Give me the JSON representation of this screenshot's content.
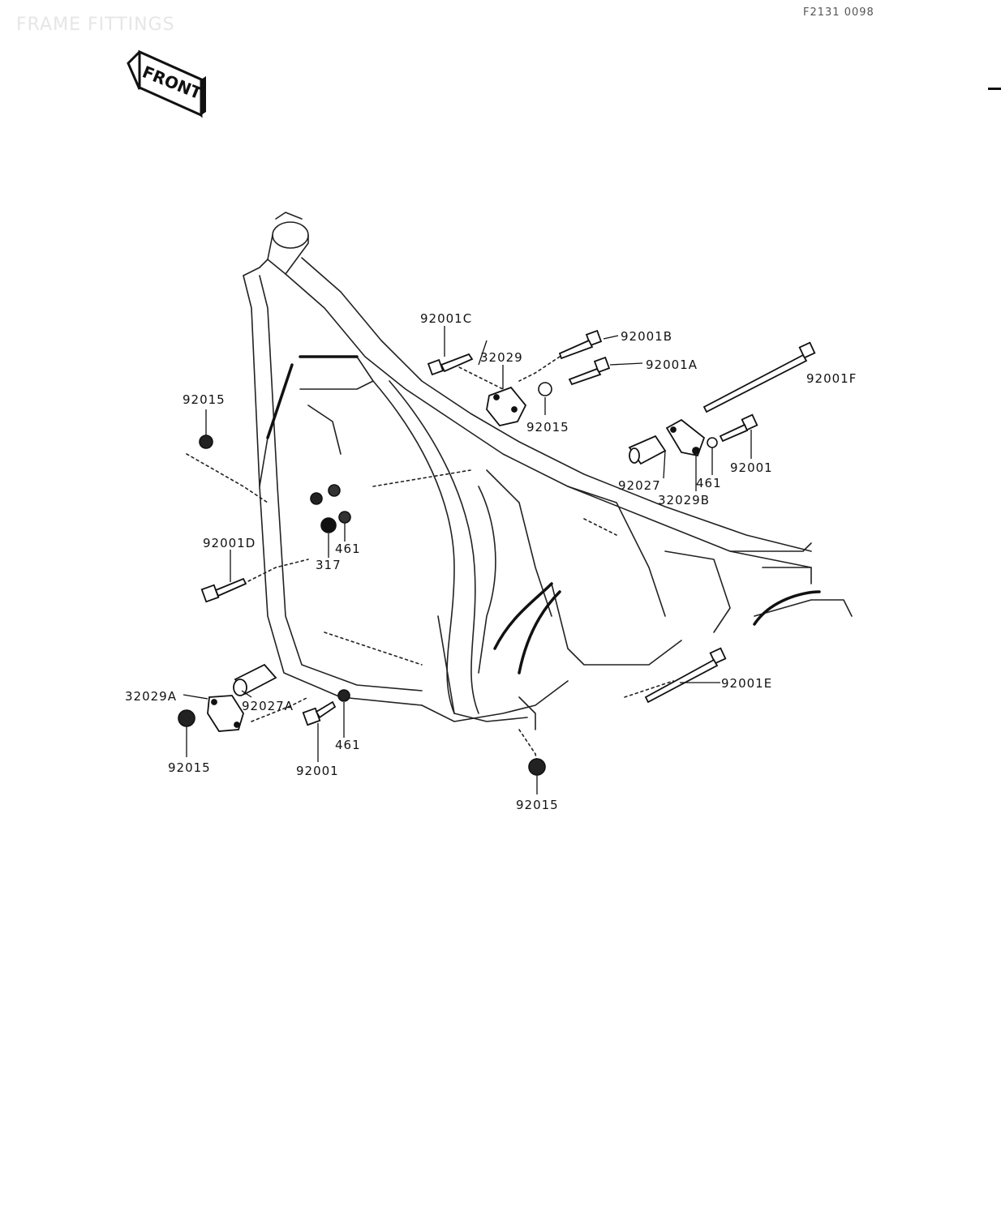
{
  "header": {
    "title": "FRAME FITTINGS",
    "drawing_code": "F2131 0098"
  },
  "front_badge": {
    "text": "FRONT"
  },
  "part_labels": [
    {
      "id": "p1",
      "text": "92001C"
    },
    {
      "id": "p2",
      "text": "32029"
    },
    {
      "id": "p3",
      "text": "92001B"
    },
    {
      "id": "p4",
      "text": "92001A"
    },
    {
      "id": "p5",
      "text": "92001F"
    },
    {
      "id": "p6",
      "text": "92015"
    },
    {
      "id": "p7",
      "text": "92015"
    },
    {
      "id": "p8",
      "text": "92001"
    },
    {
      "id": "p9",
      "text": "92027"
    },
    {
      "id": "p10",
      "text": "461"
    },
    {
      "id": "p11",
      "text": "32029B"
    },
    {
      "id": "p12",
      "text": "92001D"
    },
    {
      "id": "p13",
      "text": "461"
    },
    {
      "id": "p14",
      "text": "317"
    },
    {
      "id": "p15",
      "text": "92001E"
    },
    {
      "id": "p16",
      "text": "32029A"
    },
    {
      "id": "p17",
      "text": "92027A"
    },
    {
      "id": "p18",
      "text": "92015"
    },
    {
      "id": "p19",
      "text": "92001"
    },
    {
      "id": "p20",
      "text": "461"
    },
    {
      "id": "p21",
      "text": "92015"
    }
  ]
}
